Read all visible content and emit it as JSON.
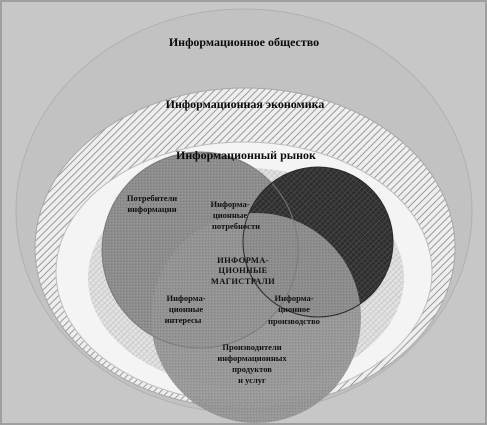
{
  "labels": {
    "society": "Информационное общество",
    "economy": "Информационная экономика",
    "market": "Информационный рынок",
    "consumers": [
      "Потребители",
      "информации"
    ],
    "needs": [
      "Информа-",
      "ционные",
      "потребности"
    ],
    "highways": [
      "ИНФОРМА-",
      "ЦИОННЫЕ",
      "МАГИСТРАЛИ"
    ],
    "interests": [
      "Информа-",
      "ционные",
      "интересы"
    ],
    "production": [
      "Информа-",
      "ционное",
      "производство"
    ],
    "producers": [
      "Производители",
      "информационных",
      "продуктов",
      "и услуг"
    ]
  },
  "colors": {
    "background": "#c7c7c7",
    "society": "#c2c2c2",
    "economy_hatch": "#9a9a9a",
    "market": "#f4f4f4",
    "consumers_circle": "#8c8c8c",
    "resources_circle": "#3a3a3a",
    "producers_circle": "#939393"
  }
}
